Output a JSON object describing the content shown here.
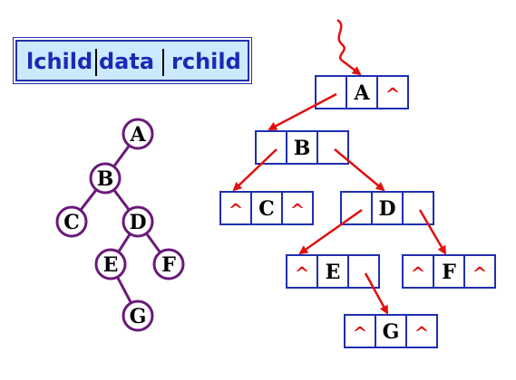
{
  "legend": {
    "fields": [
      "lchild",
      "data",
      "rchild"
    ]
  },
  "null_marker": "^",
  "tree": {
    "nodes": [
      {
        "id": "A",
        "label": "A"
      },
      {
        "id": "B",
        "label": "B"
      },
      {
        "id": "C",
        "label": "C"
      },
      {
        "id": "D",
        "label": "D"
      },
      {
        "id": "E",
        "label": "E"
      },
      {
        "id": "F",
        "label": "F"
      },
      {
        "id": "G",
        "label": "G"
      }
    ],
    "edges": [
      [
        "A",
        "B"
      ],
      [
        "B",
        "C"
      ],
      [
        "B",
        "D"
      ],
      [
        "D",
        "E"
      ],
      [
        "D",
        "F"
      ],
      [
        "E",
        "G"
      ]
    ]
  },
  "linked_list": {
    "nodes": [
      {
        "id": "A",
        "label": "A",
        "lchild": "B",
        "rchild": null
      },
      {
        "id": "B",
        "label": "B",
        "lchild": "C",
        "rchild": "D"
      },
      {
        "id": "C",
        "label": "C",
        "lchild": null,
        "rchild": null
      },
      {
        "id": "D",
        "label": "D",
        "lchild": "E",
        "rchild": "F"
      },
      {
        "id": "E",
        "label": "E",
        "lchild": null,
        "rchild": "G"
      },
      {
        "id": "F",
        "label": "F",
        "lchild": null,
        "rchild": null
      },
      {
        "id": "G",
        "label": "G",
        "lchild": null,
        "rchild": null
      }
    ]
  },
  "colors": {
    "tree_line": "#6a1a78",
    "cell_border": "#1f2fb0",
    "arrow": "#e01010",
    "null_marker": "#e01010",
    "legend_fill": "#cde9ff",
    "legend_text": "#1a2ab5"
  }
}
